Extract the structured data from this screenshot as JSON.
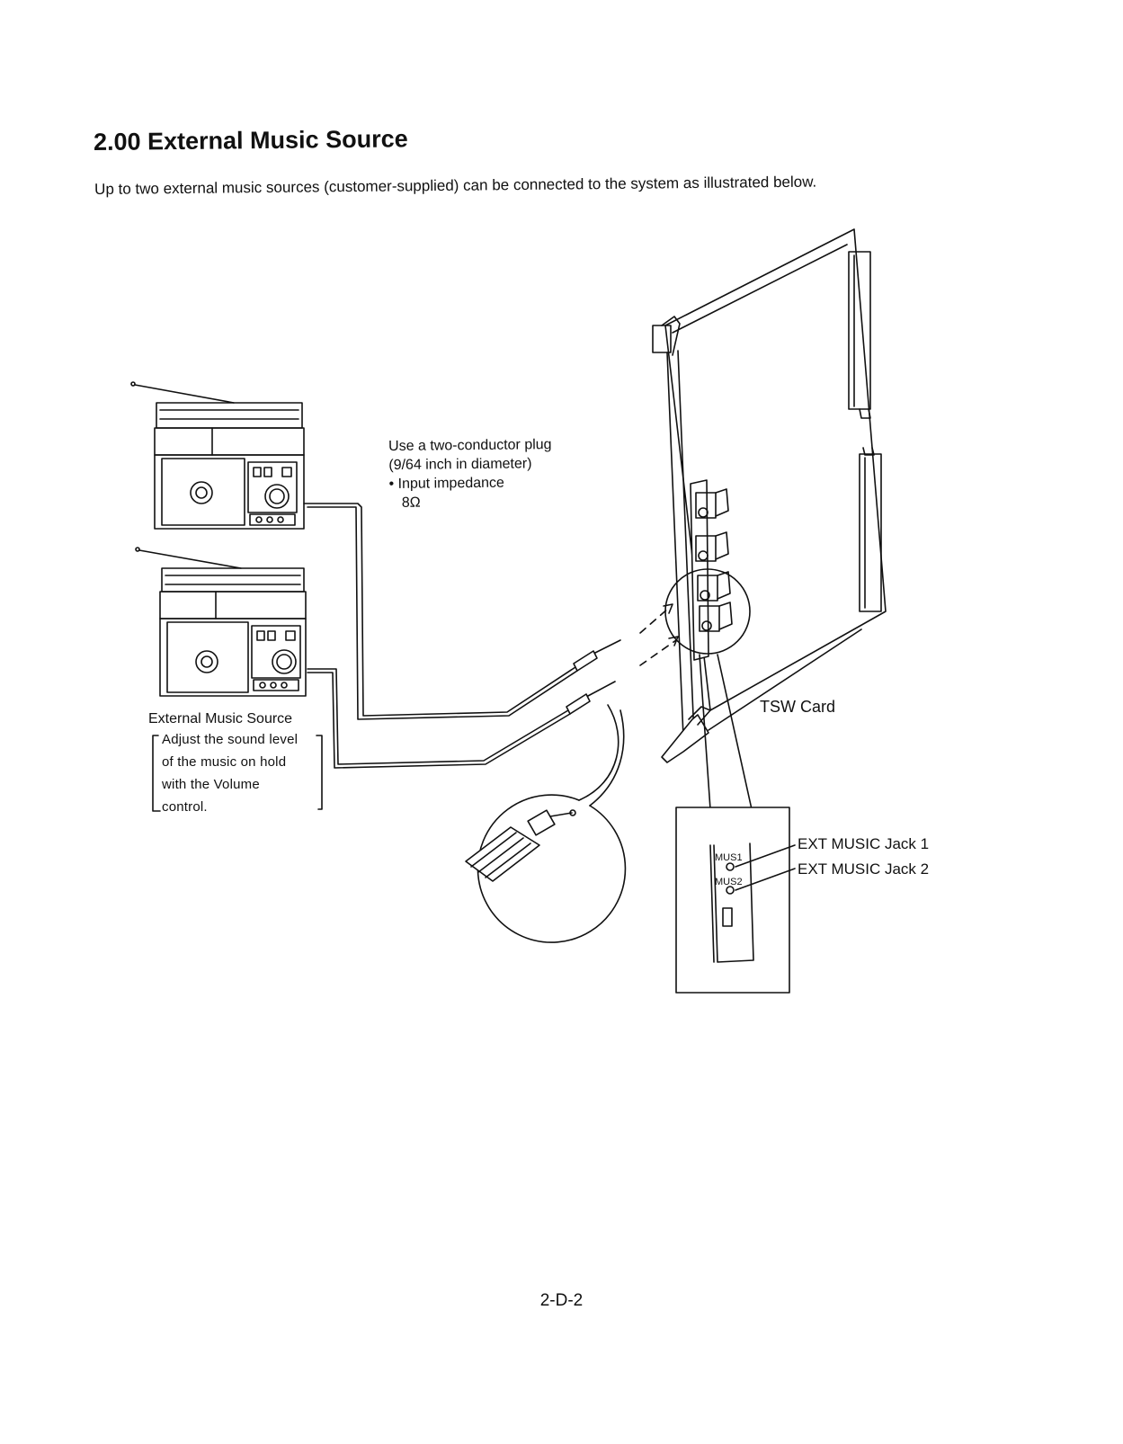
{
  "page": {
    "section_title": "2.00 External Music Source",
    "intro": "Up to two external music sources (customer-supplied) can be connected to the system as illustrated below.",
    "page_number": "2-D-2"
  },
  "diagram": {
    "plug_note": {
      "line1": "Use a two-conductor plug",
      "line2": "(9/64 inch in diameter)",
      "line3": "• Input impedance",
      "line4": "8Ω"
    },
    "source_label": "External Music Source",
    "adjust_note": {
      "line1": "Adjust the sound level",
      "line2": "of the music on hold",
      "line3": "with the Volume",
      "line4": "control."
    },
    "card_label": "TSW Card",
    "jack_labels": {
      "jack1": "EXT MUSIC Jack 1",
      "jack2": "EXT MUSIC Jack 2"
    },
    "panel_marks": {
      "mus1": "MUS1",
      "mus2": "MUS2"
    }
  }
}
